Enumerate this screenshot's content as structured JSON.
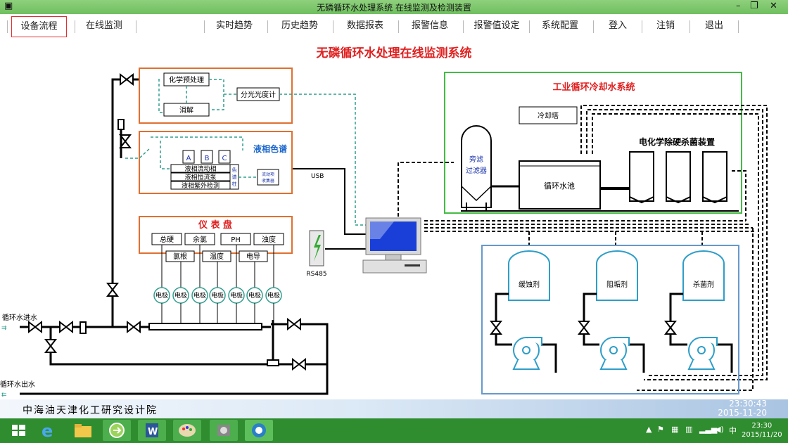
{
  "window": {
    "title": "无磷循环水处理系统 在线监测及检测装置",
    "minimize": "–",
    "restore": "❐",
    "close": "✕"
  },
  "menu": [
    "设备流程",
    "在线监测",
    "实时趋势",
    "历史趋势",
    "数据报表",
    "报警信息",
    "报警值设定",
    "系统配置",
    "登入",
    "注销",
    "退出"
  ],
  "active_menu": "设备流程",
  "diagram": {
    "title": "无磷循环水处理在线监测系统",
    "pretreat": {
      "chem": "化学预处理",
      "digest": "消解",
      "spectro": "分光光度计"
    },
    "hplc": {
      "title": "液相色谱",
      "bottles": [
        "A",
        "B",
        "C"
      ],
      "rows": [
        "液相流动相",
        "液相恒流泵",
        "液相紫外检测"
      ],
      "column": "色谱柱",
      "fraction": "流动项收集器"
    },
    "panel": {
      "title": "仪 表 盘",
      "row1": [
        "总硬",
        "余氯",
        "PH",
        "浊度"
      ],
      "row2": [
        "氯根",
        "温度",
        "电导"
      ]
    },
    "electrodes": [
      "电极",
      "电极",
      "电极",
      "电极",
      "电极",
      "电极",
      "电极"
    ],
    "usb": "USB",
    "rs485": "RS485",
    "inlet": "循环水进水",
    "outlet": "循环水出水",
    "cooling": {
      "title": "工业循环冷却水系统",
      "tower": "冷却塔",
      "filter": "旁滤过滤器",
      "pool": "循环水池",
      "echem": "电化学除硬杀菌装置"
    },
    "dosing": [
      "缓蚀剂",
      "阻垢剂",
      "杀菌剂"
    ]
  },
  "footer": {
    "org": "中海油天津化工研究设计院",
    "time": "23:30:43",
    "date": "2015-11-20"
  },
  "taskbar": {
    "apps": [
      "windows-start",
      "ie",
      "explorer",
      "swiper",
      "word",
      "paint",
      "config",
      "app"
    ],
    "tray_clock": "23:30",
    "tray_date": "2015/11/20",
    "ime": "中"
  },
  "colors": {
    "titlebar": "#79c46a",
    "box_border": "#e07030",
    "accent_red": "#e02020",
    "pipe": "#000000",
    "signal": "#2e9e8e",
    "cooling_border": "#44bb44",
    "dosing_border": "#6699cc",
    "tank_fill": "#ffffff",
    "monitor_screen": "#1a3fd8",
    "taskbar": "#2f8c2f"
  }
}
